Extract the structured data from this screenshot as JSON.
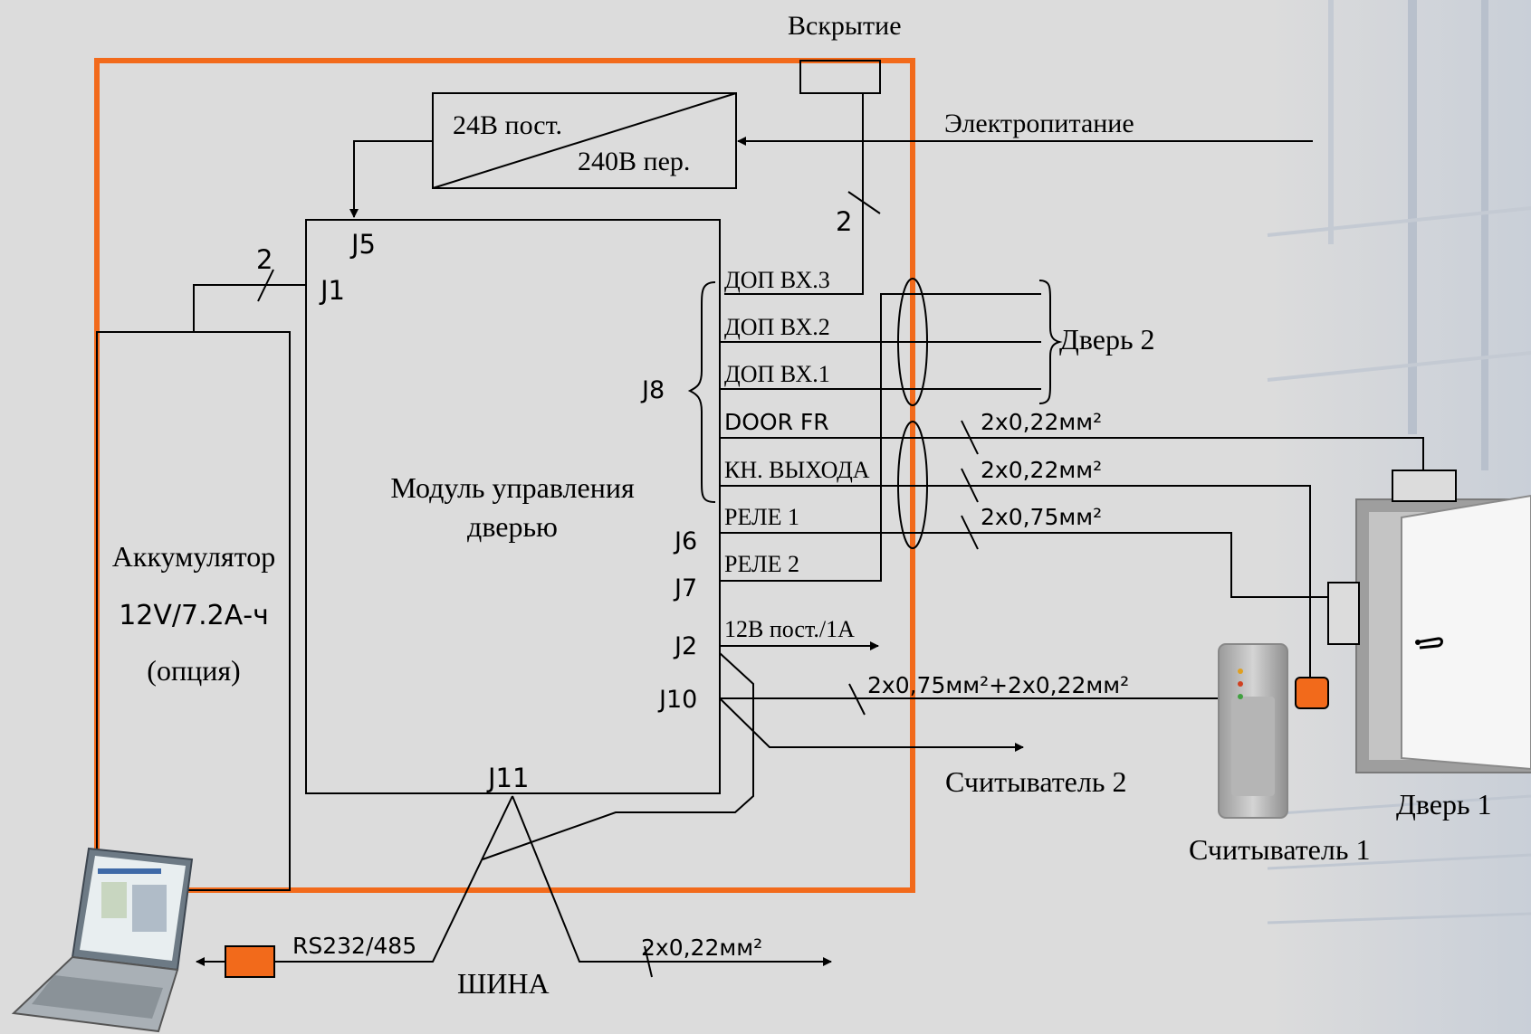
{
  "labels": {
    "tamper": "Вскрытие",
    "mains": "Электропитание",
    "psu_dc": "24В пост.",
    "psu_ac": "240В пер.",
    "count_tamper": "2",
    "count_battery": "2",
    "j5": "J5",
    "j1": "J1",
    "j8": "J8",
    "j6": "J6",
    "j7": "J7",
    "j2": "J2",
    "j10": "J10",
    "j11": "J11",
    "module_line1": "Модуль управления",
    "module_line2": "дверью",
    "battery_line1": "Аккумулятор",
    "battery_line2": "12V/7.2А-ч",
    "battery_line3": "(опция)",
    "in3": "ДОП ВХ.3",
    "in2": "ДОП ВХ.2",
    "in1": "ДОП ВХ.1",
    "door_fr": "DOOR FR",
    "exit_button": "КН. ВЫХОДА",
    "relay1": "РЕЛЕ 1",
    "relay2": "РЕЛЕ 2",
    "door2": "Дверь 2",
    "cable_door_fr": "2x0,22мм²",
    "cable_exit": "2x0,22мм²",
    "cable_relay": "2x0,75мм²",
    "power_out": "12В пост./1А",
    "cable_reader": "2x0,75мм²+2x0,22мм²",
    "reader2": "Считыватель 2",
    "reader1": "Считыватель 1",
    "door1": "Дверь 1",
    "rs": "RS232/485",
    "bus_cable": "2x0,22мм²",
    "bus": "ШИНА"
  },
  "colors": {
    "enclosure": "#f26a1b",
    "orange_box": "#f26a1b",
    "background": "#dcdcdc"
  }
}
